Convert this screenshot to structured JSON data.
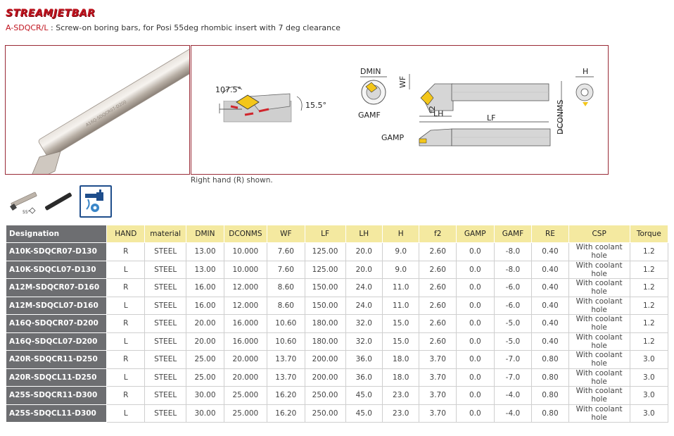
{
  "brand": {
    "logo_text": "STREAMJETBAR"
  },
  "subtitle": {
    "code": "A-SDQCR/L",
    "text": " : Screw-on boring bars, for Posi 55deg rhombic insert with 7 deg clearance"
  },
  "drawing": {
    "angle_a": "107.5°",
    "angle_b": "15.5°",
    "labels": {
      "dmin": "DMIN",
      "gamf": "GAMF",
      "wf": "WF",
      "f2": "f2",
      "lh": "LH",
      "lf": "LF",
      "dconms": "DCONMS",
      "h": "H",
      "gamp": "GAMP"
    }
  },
  "caption": "Right hand (R) shown.",
  "icons": [
    "bar-with-insert-thumb-icon",
    "bar-thumb-icon",
    "coolant-icon"
  ],
  "table": {
    "headers": [
      "Designation",
      "HAND",
      "material",
      "DMIN",
      "DCONMS",
      "WF",
      "LF",
      "LH",
      "H",
      "f2",
      "GAMP",
      "GAMF",
      "RE",
      "CSP",
      "Torque"
    ],
    "rows": [
      [
        "A10K-SDQCR07-D130",
        "R",
        "STEEL",
        "13.00",
        "10.000",
        "7.60",
        "125.00",
        "20.0",
        "9.0",
        "2.60",
        "0.0",
        "-8.0",
        "0.40",
        "With coolant hole",
        "1.2"
      ],
      [
        "A10K-SDQCL07-D130",
        "L",
        "STEEL",
        "13.00",
        "10.000",
        "7.60",
        "125.00",
        "20.0",
        "9.0",
        "2.60",
        "0.0",
        "-8.0",
        "0.40",
        "With coolant hole",
        "1.2"
      ],
      [
        "A12M-SDQCR07-D160",
        "R",
        "STEEL",
        "16.00",
        "12.000",
        "8.60",
        "150.00",
        "24.0",
        "11.0",
        "2.60",
        "0.0",
        "-6.0",
        "0.40",
        "With coolant hole",
        "1.2"
      ],
      [
        "A12M-SDQCL07-D160",
        "L",
        "STEEL",
        "16.00",
        "12.000",
        "8.60",
        "150.00",
        "24.0",
        "11.0",
        "2.60",
        "0.0",
        "-6.0",
        "0.40",
        "With coolant hole",
        "1.2"
      ],
      [
        "A16Q-SDQCR07-D200",
        "R",
        "STEEL",
        "20.00",
        "16.000",
        "10.60",
        "180.00",
        "32.0",
        "15.0",
        "2.60",
        "0.0",
        "-5.0",
        "0.40",
        "With coolant hole",
        "1.2"
      ],
      [
        "A16Q-SDQCL07-D200",
        "L",
        "STEEL",
        "20.00",
        "16.000",
        "10.60",
        "180.00",
        "32.0",
        "15.0",
        "2.60",
        "0.0",
        "-5.0",
        "0.40",
        "With coolant hole",
        "1.2"
      ],
      [
        "A20R-SDQCR11-D250",
        "R",
        "STEEL",
        "25.00",
        "20.000",
        "13.70",
        "200.00",
        "36.0",
        "18.0",
        "3.70",
        "0.0",
        "-7.0",
        "0.80",
        "With coolant hole",
        "3.0"
      ],
      [
        "A20R-SDQCL11-D250",
        "L",
        "STEEL",
        "25.00",
        "20.000",
        "13.70",
        "200.00",
        "36.0",
        "18.0",
        "3.70",
        "0.0",
        "-7.0",
        "0.80",
        "With coolant hole",
        "3.0"
      ],
      [
        "A25S-SDQCR11-D300",
        "R",
        "STEEL",
        "30.00",
        "25.000",
        "16.20",
        "250.00",
        "45.0",
        "23.0",
        "3.70",
        "0.0",
        "-4.0",
        "0.80",
        "With coolant hole",
        "3.0"
      ],
      [
        "A25S-SDQCL11-D300",
        "L",
        "STEEL",
        "30.00",
        "25.000",
        "16.20",
        "250.00",
        "45.0",
        "23.0",
        "3.70",
        "0.0",
        "-4.0",
        "0.80",
        "With coolant hole",
        "3.0"
      ]
    ]
  }
}
